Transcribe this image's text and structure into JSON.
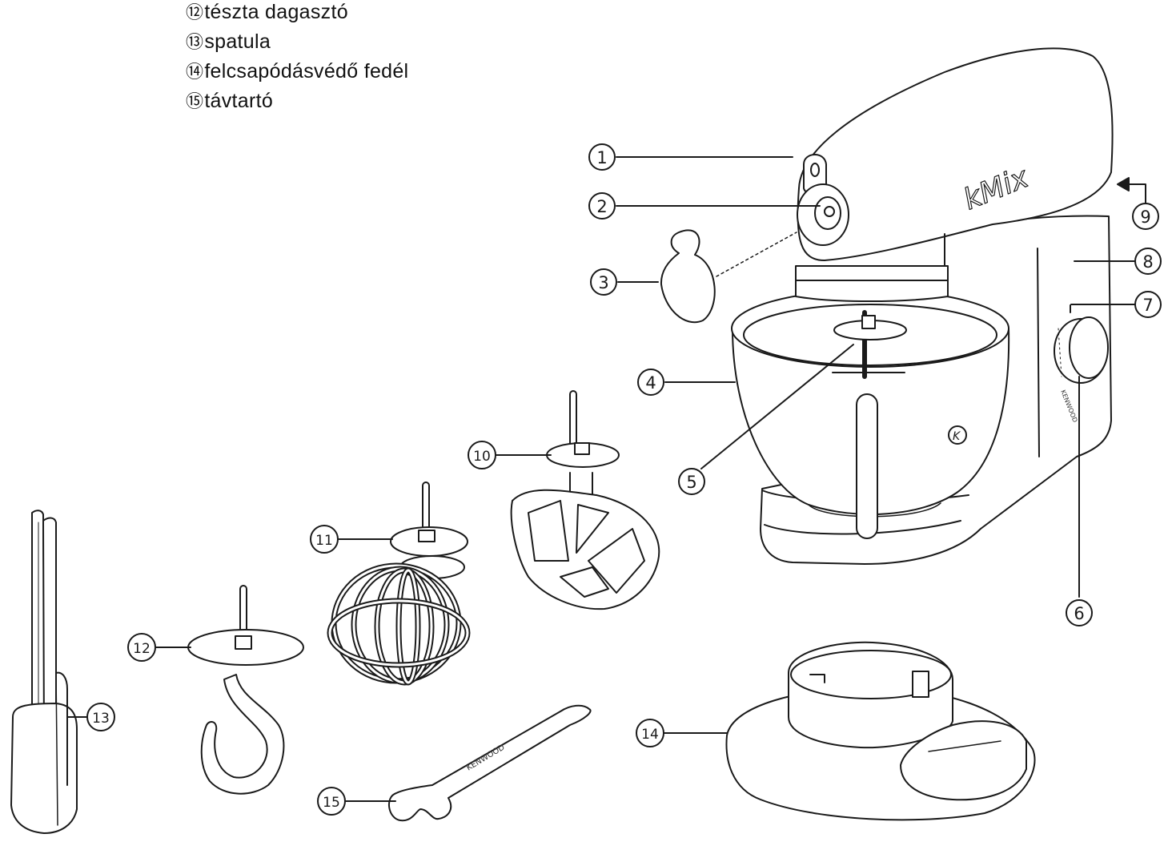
{
  "legend": [
    {
      "num": "⑫",
      "text": "tészta  dagasztó"
    },
    {
      "num": "⑬",
      "text": "spatula"
    },
    {
      "num": "⑭",
      "text": "felcsapódásvédő  fedél"
    },
    {
      "num": "⑮",
      "text": "távtartó"
    }
  ],
  "callouts": {
    "c1": "1",
    "c2": "2",
    "c3": "3",
    "c4": "4",
    "c5": "5",
    "c6": "6",
    "c7": "7",
    "c8": "8",
    "c9": "9",
    "c10": "10",
    "c11": "11",
    "c12": "12",
    "c13": "13",
    "c14": "14",
    "c15": "15"
  },
  "brand": {
    "mixer_logo": "kMix",
    "base_label": "KENWOOD",
    "spacer_label": "KENWOOD",
    "bowl_logo": "K"
  },
  "colors": {
    "line": "#1a1a1a",
    "fill": "#ffffff"
  }
}
